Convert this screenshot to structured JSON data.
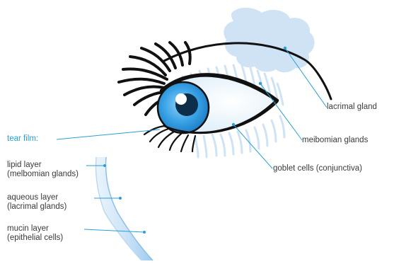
{
  "labels": {
    "lacrimal_gland": "lacrimal gland",
    "meibomian_glands": "meibomian glands",
    "goblet_cells": "goblet cells (conjunctiva)",
    "tear_film": "tear film:",
    "lipid_layer": "lipid layer",
    "lipid_layer_source": "(melbomian glands)",
    "aqueous_layer": "aqueous layer",
    "aqueous_layer_source": "(lacrimal glands)",
    "mucin_layer": "mucin layer",
    "mucin_layer_source": "(epithelial cells)"
  },
  "colors": {
    "accent": "#2a9fd6",
    "gland_fill": "#cfe3f5",
    "iris": "#3aa3e6",
    "outline": "#111111",
    "text": "#3a3a3a"
  }
}
